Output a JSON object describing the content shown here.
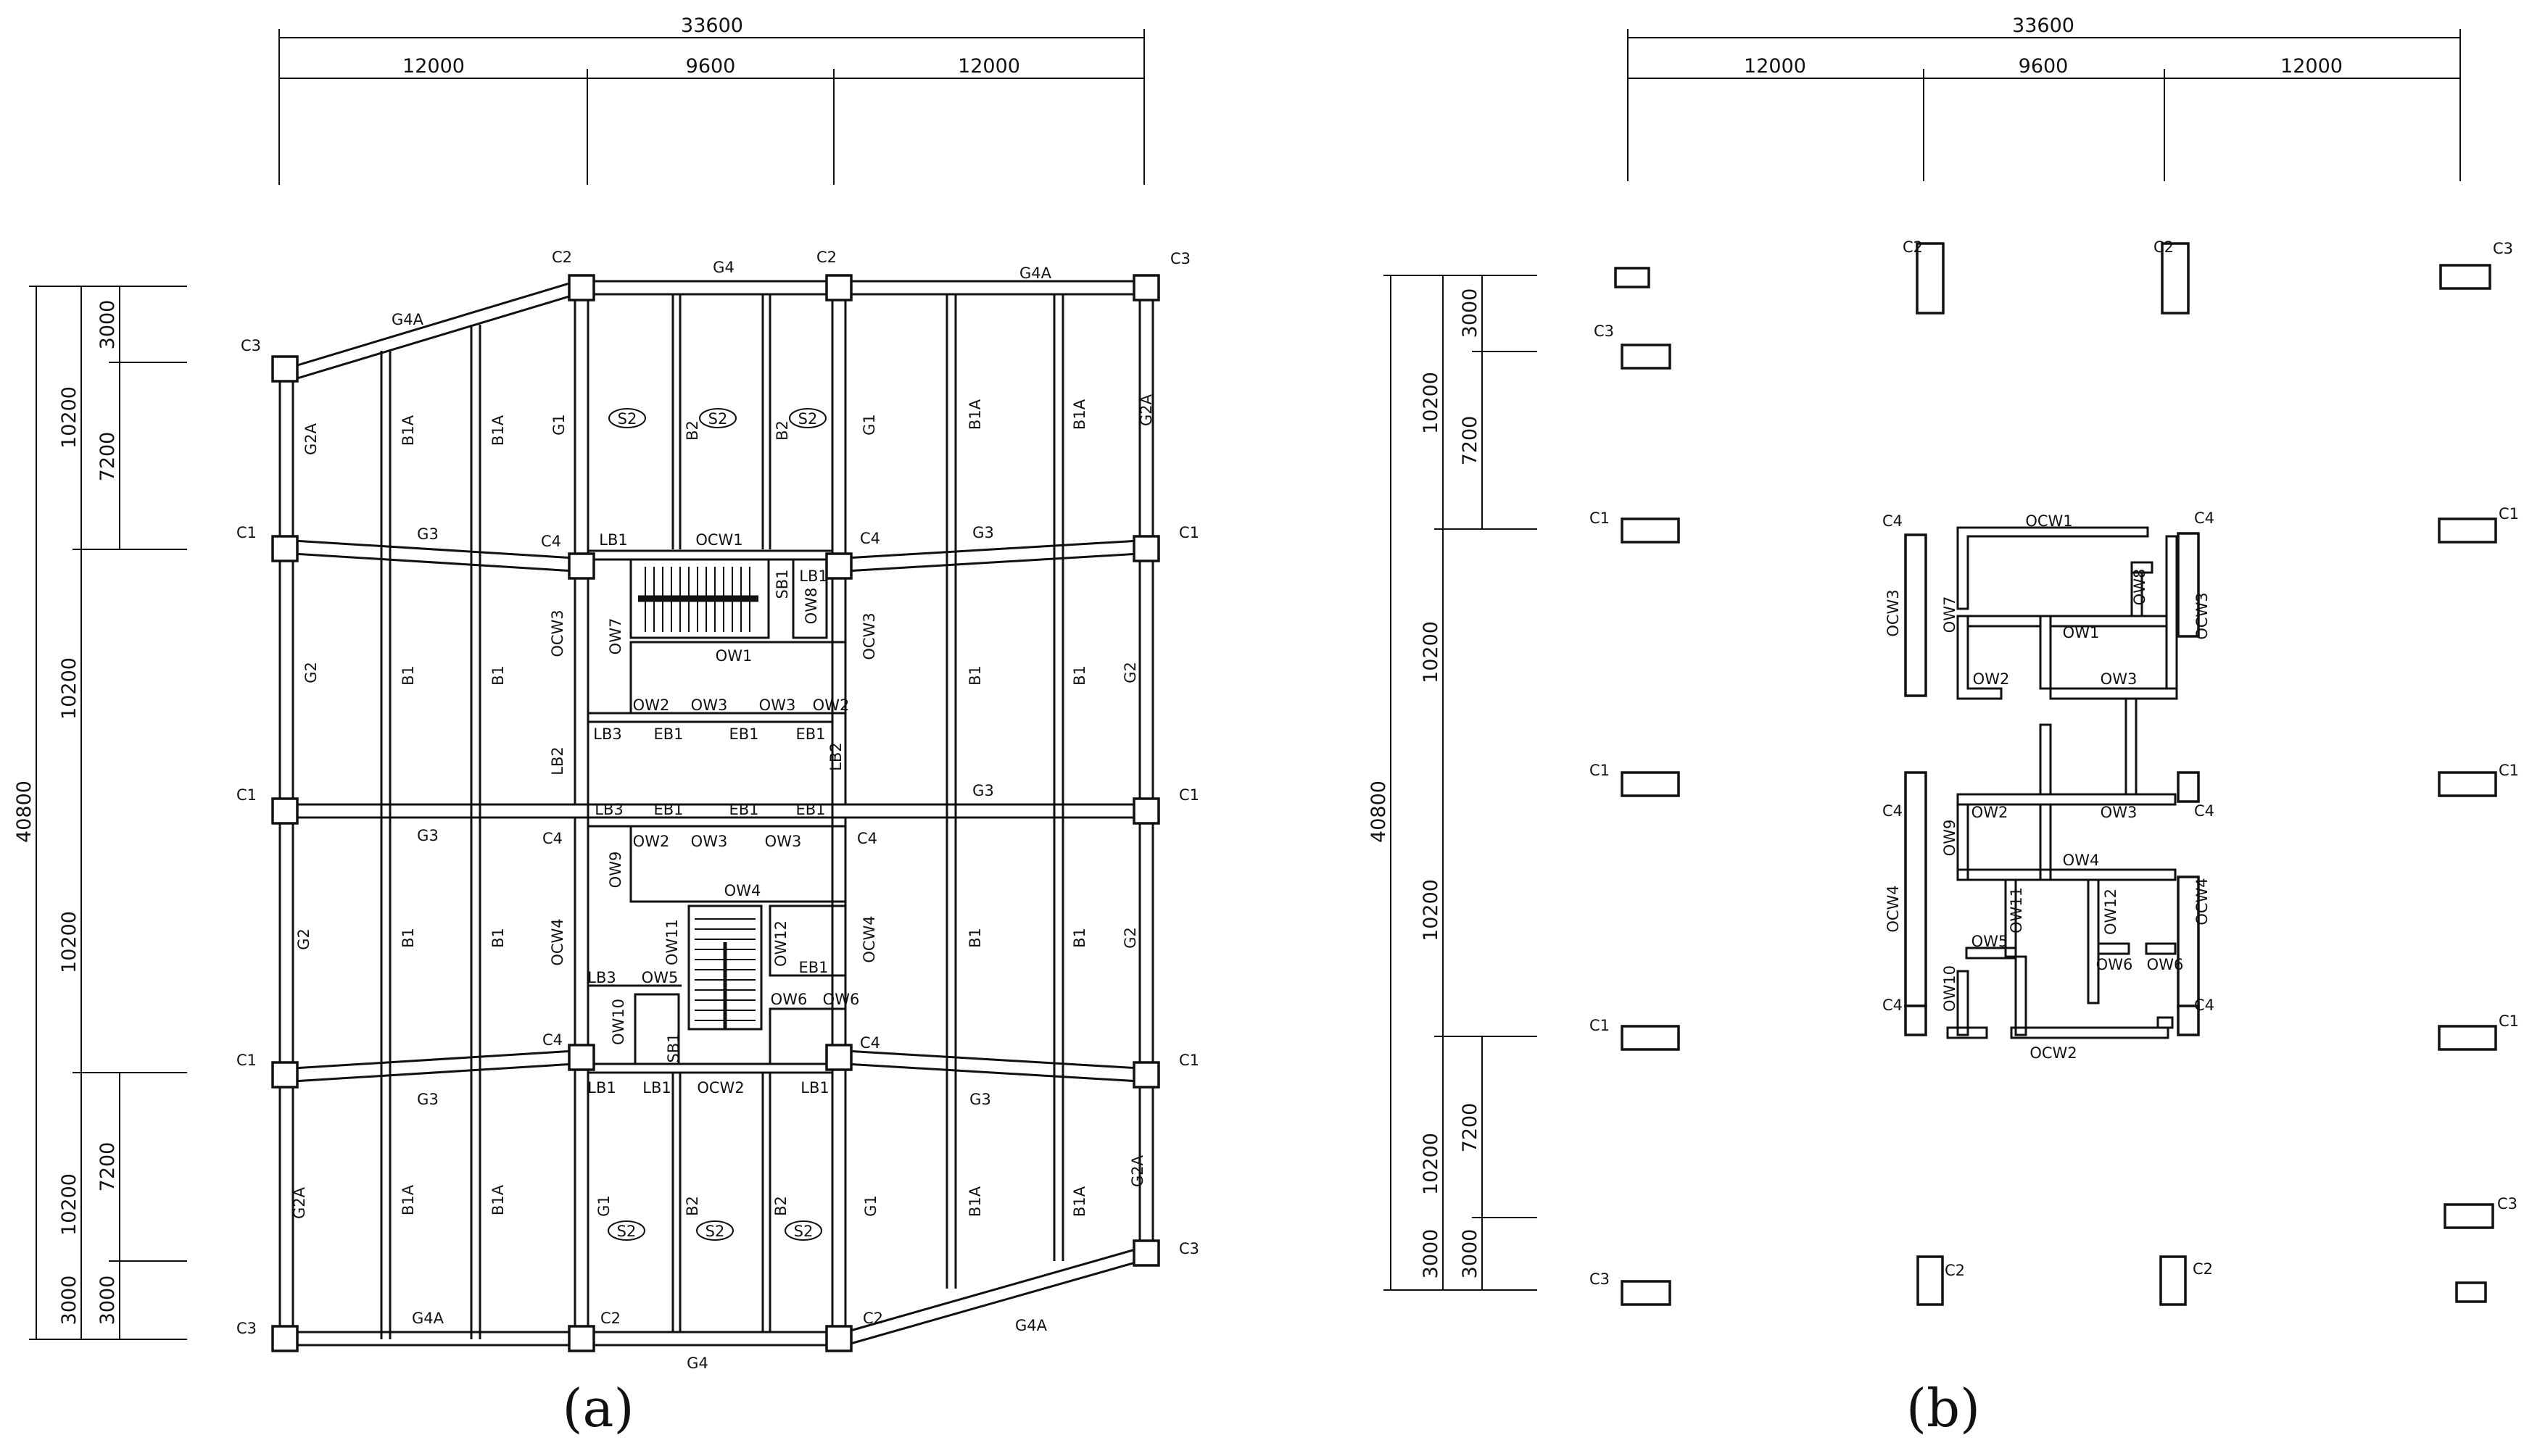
{
  "captions": {
    "a": "(a)",
    "b": "(b)"
  },
  "plan_a": {
    "dim_top": {
      "total": "33600",
      "bays": [
        "12000",
        "9600",
        "12000"
      ]
    },
    "dim_left": {
      "total": "40800",
      "spans": [
        "10200",
        "10200",
        "10200",
        "10200"
      ],
      "sub_top": [
        "3000",
        "7200"
      ],
      "sub_bottom": [
        "7200",
        "3000"
      ]
    },
    "columns": [
      "C1",
      "C2",
      "C3",
      "C4"
    ],
    "girders": [
      "G1",
      "G2",
      "G2A",
      "G3",
      "G4",
      "G4A"
    ],
    "beams": [
      "B1",
      "B1A",
      "B2",
      "LB1",
      "LB2",
      "LB3",
      "EB1",
      "SB1"
    ],
    "walls": [
      "OCW1",
      "OCW2",
      "OCW3",
      "OCW4",
      "OW1",
      "OW2",
      "OW3",
      "OW4",
      "OW5",
      "OW6",
      "OW7",
      "OW8",
      "OW9",
      "OW10",
      "OW11",
      "OW12"
    ],
    "slab": "S2"
  },
  "plan_b": {
    "dim_top": {
      "total": "33600",
      "bays": [
        "12000",
        "9600",
        "12000"
      ]
    },
    "dim_left": {
      "total": "40800",
      "spans": [
        "10200",
        "10200",
        "10200",
        "10200"
      ],
      "sub_top": [
        "3000",
        "7200"
      ],
      "sub_bottom": [
        "7200",
        "3000",
        "3000"
      ]
    },
    "columns": [
      "C1",
      "C2",
      "C3",
      "C4"
    ],
    "walls": [
      "OCW1",
      "OCW2",
      "OCW3",
      "OCW4",
      "OW1",
      "OW2",
      "OW3",
      "OW4",
      "OW5",
      "OW6",
      "OW7",
      "OW8",
      "OW9",
      "OW10",
      "OW11",
      "OW12"
    ]
  }
}
